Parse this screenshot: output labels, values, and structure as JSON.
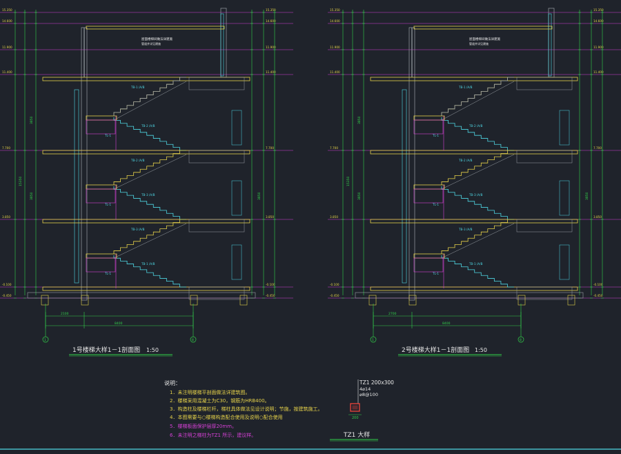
{
  "colors": {
    "background": "#1f232b",
    "green": "#32d24a",
    "yellow": "#e6d24a",
    "cyan": "#4fd9e6",
    "magenta": "#d640d6",
    "red": "#e2423a",
    "white": "#e8e8e8",
    "grey": "#9aa0a6"
  },
  "section_left": {
    "title": "1号楼梯大样1－1剖面图",
    "scale": "1:50",
    "axis_left": "1",
    "axis_right": "8",
    "note": "屋面楼梯间做法详建施",
    "note_sub": "管道井详见建施"
  },
  "section_right": {
    "title": "2号楼梯大样1－1剖面图",
    "scale": "1:50",
    "axis_left": "1",
    "axis_right": "8",
    "note": "屋面楼梯间做法详建施",
    "note_sub": "管道井详见建施"
  },
  "elevations": {
    "top": "15.350",
    "roof": "14.600",
    "upper": "11.900",
    "parapet": "11.400",
    "fl3": "7.700",
    "fl2": "3.850",
    "fl1": "-0.100",
    "base": "-0.450"
  },
  "dims": {
    "bottom_left": "2100",
    "bottom_total": "8400",
    "bottom_left_2": "2700",
    "bottom_total_2": "8400"
  },
  "stair_labels": [
    "TB-1 /A/B",
    "TB-2 /A/B",
    "TB-3 /A/B",
    "TL-1",
    "TZ1"
  ],
  "notes": {
    "heading": "说明：",
    "items": [
      "1．未注明楼梯平剖面做法详建筑图。",
      "2．楼梯采用混凝土为C30，钢筋为HRB400。",
      "3．构造柱及楼梯栏杆，梯柱具体做法见设计说明；节施，按建筑施工。",
      "4．本图需要与○楼梯构造配合使用及说明○配合使用",
      "5．楼梯板面保护层厚20mm。",
      "6．未注明之梯柱为TZ1 所示，建议样。"
    ]
  },
  "tz1": {
    "spec1": "TZ1 200x300",
    "spec2": "4⌀14",
    "spec3": "⌀8@100",
    "dim": "200",
    "title": "TZ1 大样"
  }
}
